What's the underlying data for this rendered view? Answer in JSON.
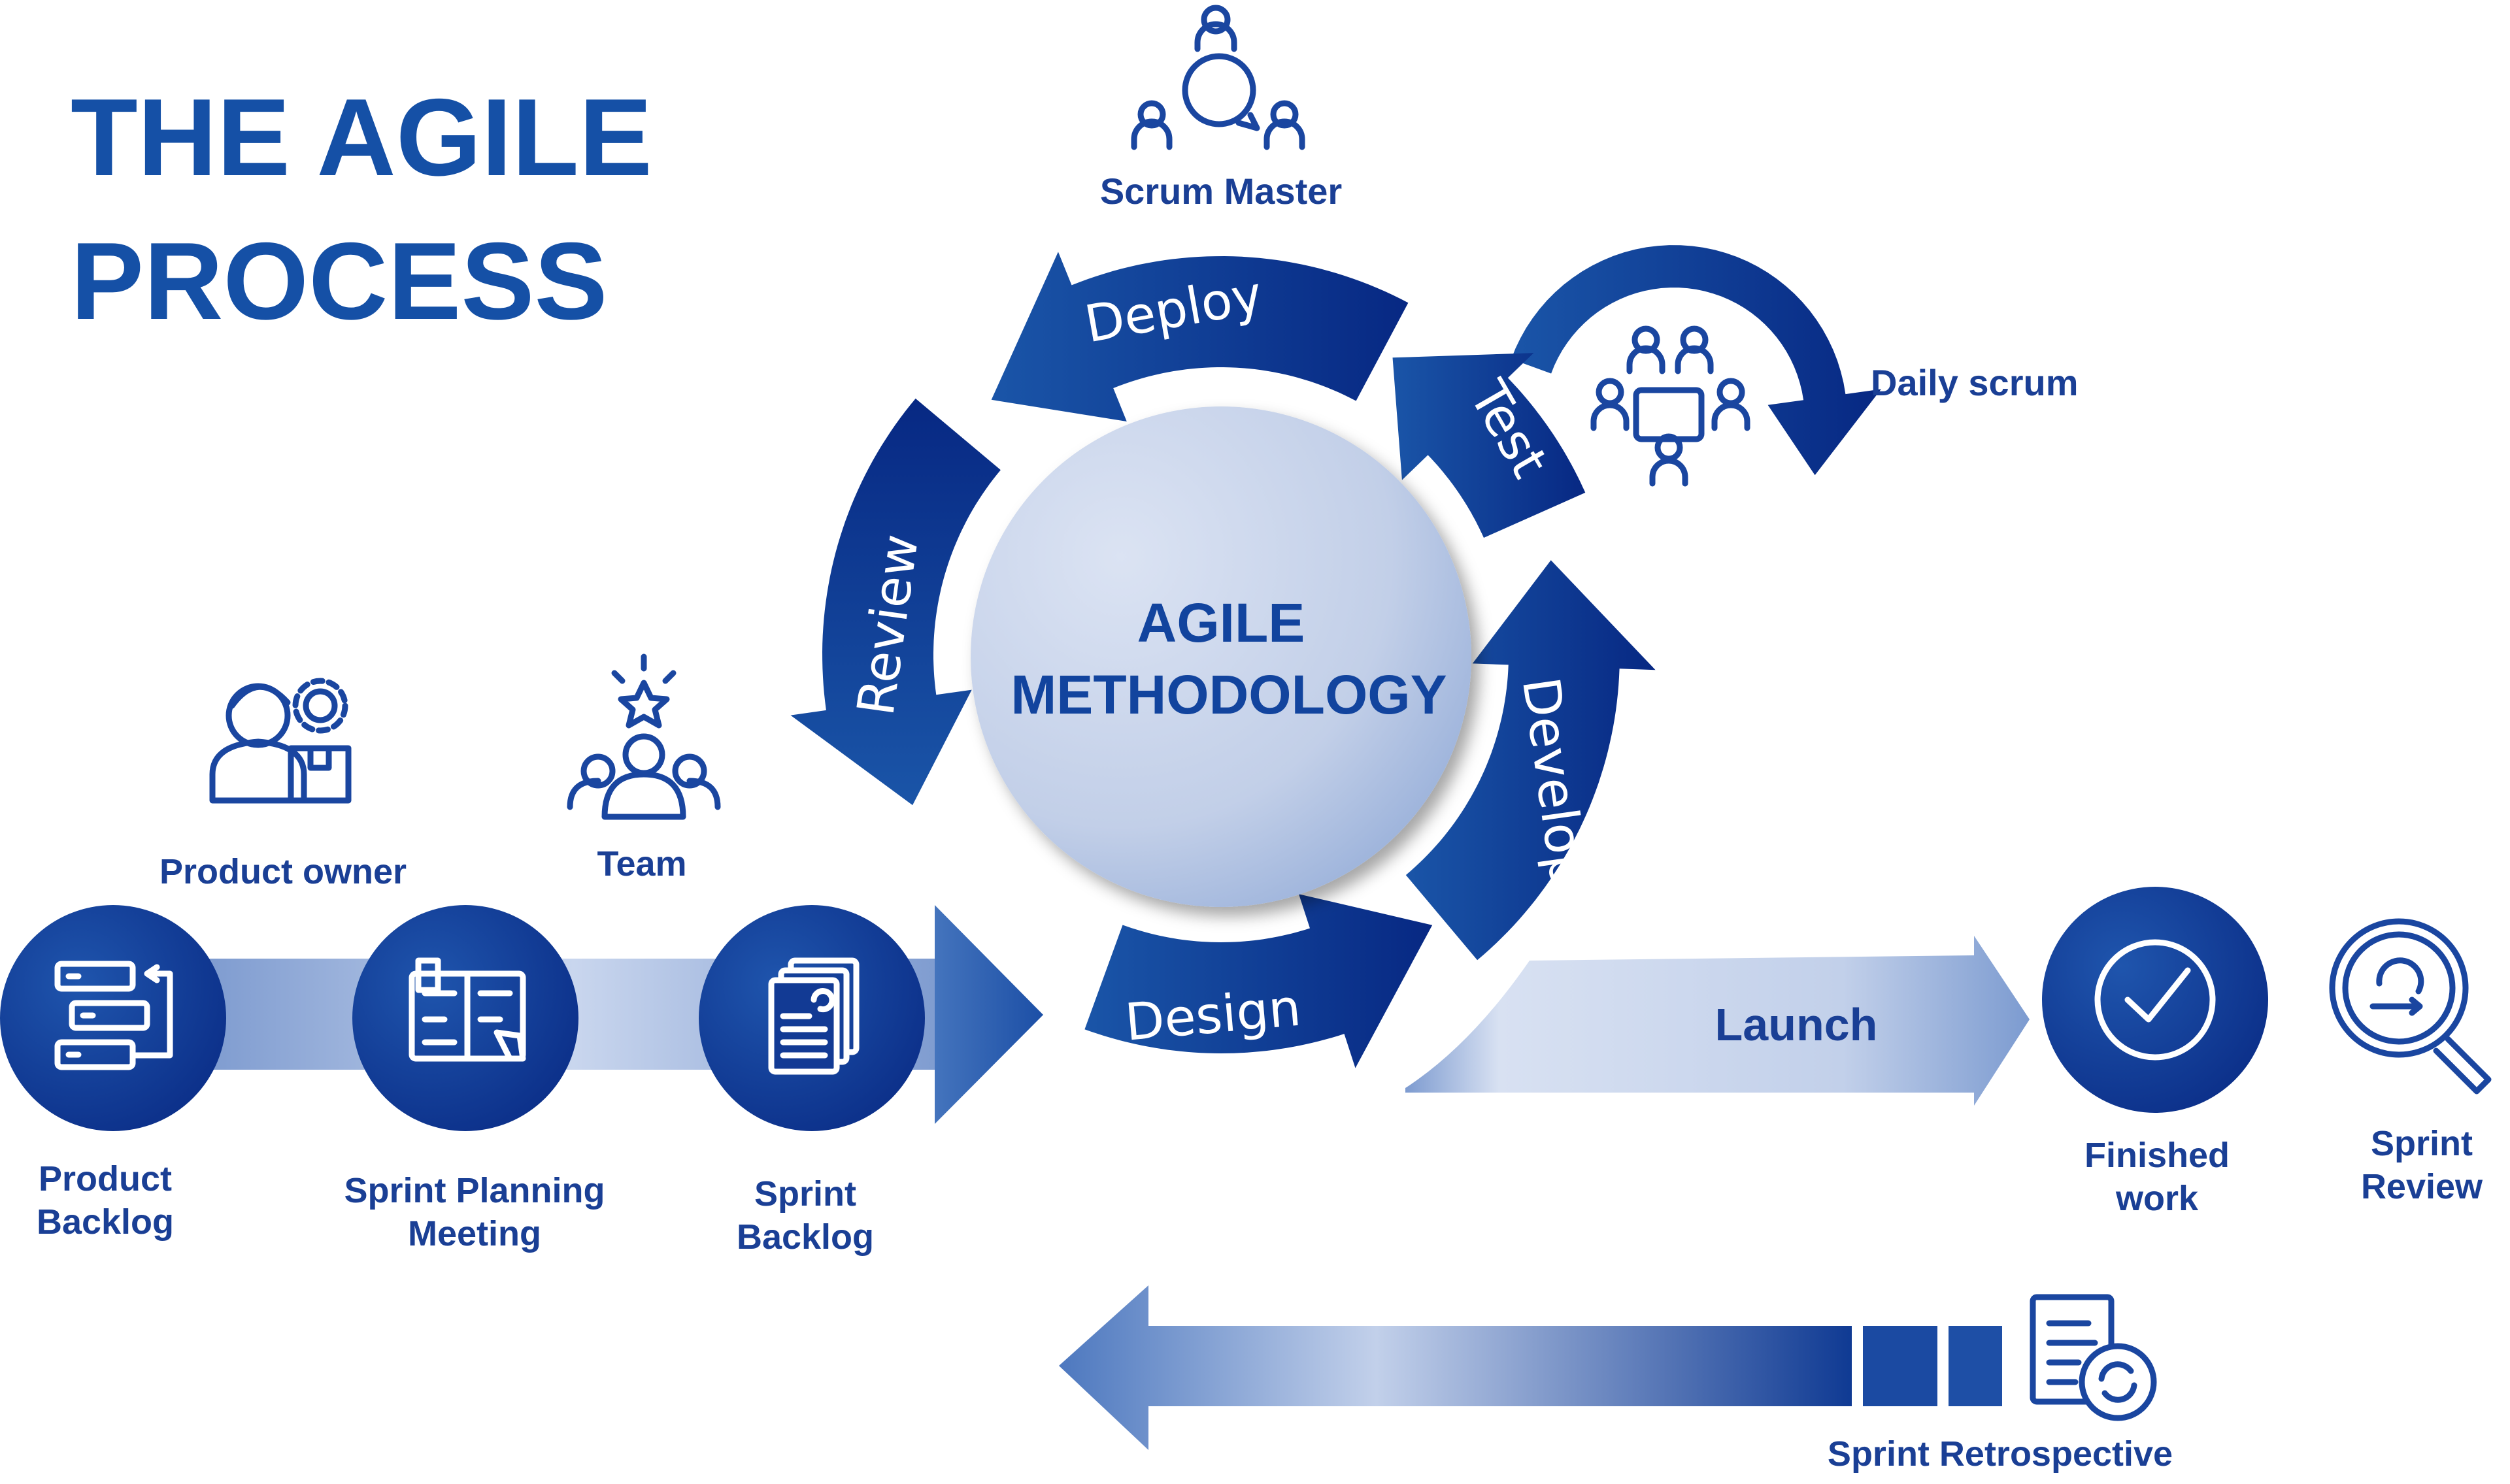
{
  "title": {
    "line1": "THE AGILE",
    "line2": "PROCESS"
  },
  "center": {
    "line1": "AGILE",
    "line2": "METHODOLOGY"
  },
  "cycle": {
    "deploy": "Deploy",
    "review": "Review",
    "design": "Design",
    "develop": "Develop",
    "test": "Test"
  },
  "roles": {
    "scrum_master": "Scrum Master",
    "daily_scrum": "Daily scrum",
    "product_owner": "Product owner",
    "team": "Team"
  },
  "stages": {
    "product_backlog": {
      "line1": "Product",
      "line2": "Backlog"
    },
    "sprint_planning": {
      "line1": "Sprint Planning",
      "line2": "Meeting"
    },
    "sprint_backlog": {
      "line1": "Sprint",
      "line2": "Backlog"
    },
    "launch": "Launch",
    "finished_work": {
      "line1": "Finished",
      "line2": "work"
    },
    "sprint_review": {
      "line1": "Sprint",
      "line2": "Review"
    },
    "sprint_retrospective": "Sprint Retrospective"
  },
  "colors": {
    "dark_blue": "#0a2c86",
    "mid_blue": "#1a55a8",
    "light_blue": "#d5dff0",
    "text_blue": "#1a3f95"
  }
}
